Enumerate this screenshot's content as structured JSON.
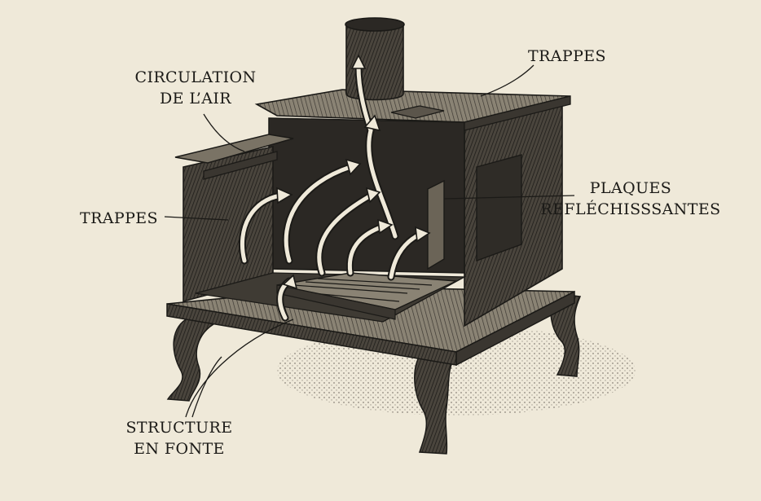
{
  "labels": {
    "circulation": [
      "CIRCULATION",
      "DE L’AIR"
    ],
    "trappes_top": "TRAPPES",
    "trappes_left": "TRAPPES",
    "plaques": [
      "PLAQUES",
      "REFLÉCHISSSANTES"
    ],
    "structure": [
      "STRUCTURE",
      "EN FONTE"
    ]
  },
  "colors": {
    "background": "#efe9d9",
    "ink": "#1b1a17",
    "metal_dark": "#3a3630",
    "metal_mid": "#5b554b",
    "interior": "#2b2824",
    "arrow_fill": "#efe9d9"
  }
}
